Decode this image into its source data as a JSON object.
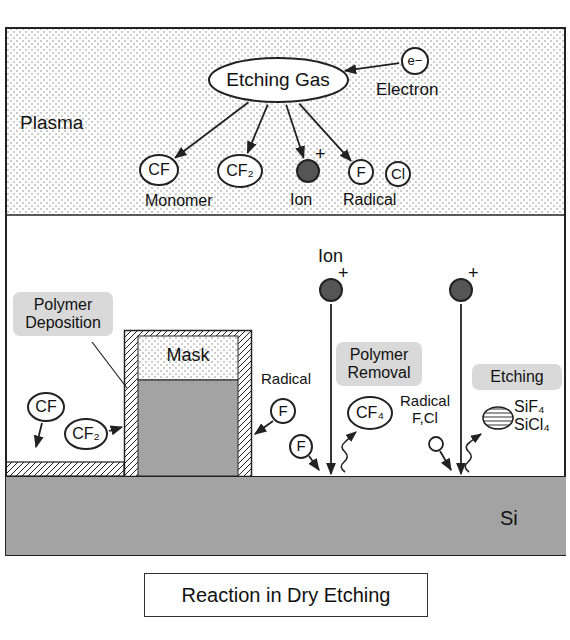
{
  "diagram": {
    "caption": "Reaction in Dry Etching",
    "nodes": [
      {
        "text": [
          "Plasma"
        ]
      },
      {
        "text": [
          "Etching Gas"
        ],
        "in": 0
      },
      {
        "text": [
          "e−"
        ],
        "in": 0
      },
      {
        "text": [
          "CF"
        ],
        "in": 0
      },
      {
        "text": [
          "CF₂"
        ],
        "in": 0
      },
      {
        "text": [
          "+"
        ],
        "in": 0
      },
      {
        "text": [
          "F"
        ],
        "in": 0
      },
      {
        "text": [
          "Cl"
        ],
        "in": 0
      },
      {
        "text": [
          "Polymer Deposition"
        ]
      },
      {
        "text": [
          "CF"
        ]
      },
      {
        "text": [
          "CF₂"
        ]
      },
      {
        "text": [
          "Mask"
        ]
      },
      {
        "text": [
          "F"
        ]
      },
      {
        "text": [
          "F"
        ]
      },
      {
        "text": [
          "+"
        ]
      },
      {
        "text": [
          "Polymer Removal"
        ]
      },
      {
        "text": [
          "CF₄"
        ]
      },
      {
        "text": [
          "+"
        ]
      },
      {
        "text": [
          "Etching"
        ]
      },
      {
        "text": [
          "Si"
        ]
      }
    ],
    "edges": [
      {
        "from": 2,
        "to": 1,
        "arrow": "to"
      },
      {
        "from": 1,
        "to": 3,
        "arrow": "to"
      },
      {
        "from": 1,
        "to": 4,
        "arrow": "to"
      },
      {
        "from": 1,
        "to": 5,
        "arrow": "to"
      },
      {
        "from": 1,
        "to": 6,
        "arrow": "to"
      },
      {
        "from": 14,
        "to": 19,
        "arrow": "to"
      },
      {
        "from": 17,
        "to": 19,
        "arrow": "to"
      }
    ],
    "labels": [
      "Electron",
      "Monomer",
      "Ion",
      "Radical",
      "Ion",
      "Radical",
      "Radical F,Cl",
      "SiF₄ SiCl₄"
    ]
  }
}
